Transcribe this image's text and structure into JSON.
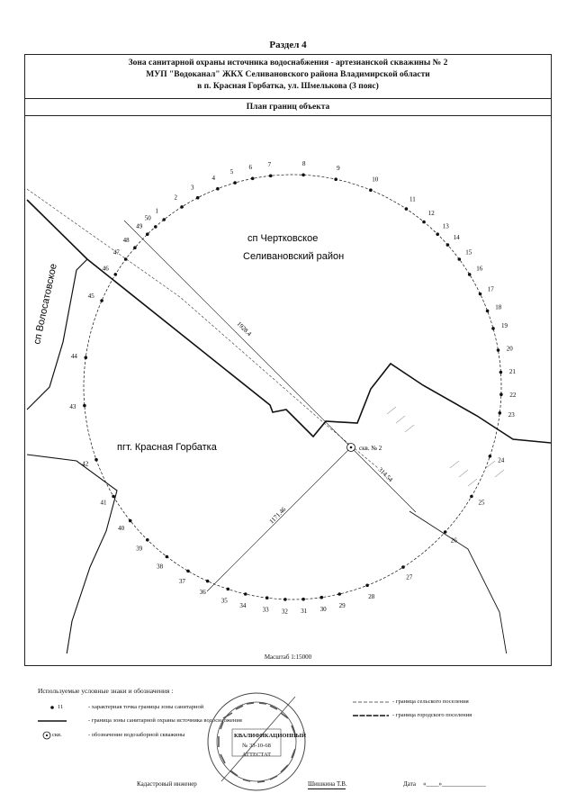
{
  "header": {
    "section": "Раздел 4",
    "line1": "Зона санитарной охраны источника водоснабжения -  артезианской скважины № 2",
    "line2": "МУП \"Водоканал\" ЖКХ Селивановского района Владимирской области",
    "line3": "в п. Красная Горбатка, ул. Шмелькова  (3 пояс)",
    "plan_title": "План границ объекта"
  },
  "map": {
    "label_rural": "сп Чертковское",
    "label_district": "Селивановский район",
    "label_town": "пгт. Красная Горбатка",
    "label_vodosatov": "сп Волосатовское",
    "well_label": "скв. № 2",
    "dim_long": "1928.4",
    "dim_mid": "1171.46",
    "dim_short": "314.54",
    "points": [
      "1",
      "2",
      "3",
      "4",
      "5",
      "6",
      "7",
      "8",
      "9",
      "10",
      "11",
      "12",
      "13",
      "14",
      "15",
      "16",
      "17",
      "18",
      "19",
      "20",
      "21",
      "22",
      "23",
      "24",
      "25",
      "26",
      "27",
      "28",
      "29",
      "30",
      "31",
      "32",
      "33",
      "34",
      "35",
      "36",
      "37",
      "38",
      "39",
      "40",
      "41",
      "42",
      "43",
      "44",
      "45",
      "46",
      "47",
      "48",
      "49",
      "50"
    ]
  },
  "scale": "Масштаб 1:15000",
  "legend": {
    "title": "Используемые условные знаки и обозначения  :",
    "dot_symbol": "11",
    "dot_text": "- характерная точка границы зоны санитарной",
    "line_text": "- граница зоны санитарной охраны источника водоснабжения",
    "well_symbol": "скв.",
    "well_text": "- обозначение водозаборной скважины",
    "rural_text": "- граница сельского поселения",
    "urban_text": "- граница городского поселения"
  },
  "signature": {
    "role": "Кадастровый инженер",
    "name": "Шишкина Т.В.",
    "date_label": "Дата",
    "date_value": "«____»______________"
  },
  "stamp": {
    "cert_title": "КВАЛИФИКАЦИОННЫЙ",
    "cert_number": "№ 33-10-68",
    "cert_word": "АТТЕСТАТ"
  }
}
